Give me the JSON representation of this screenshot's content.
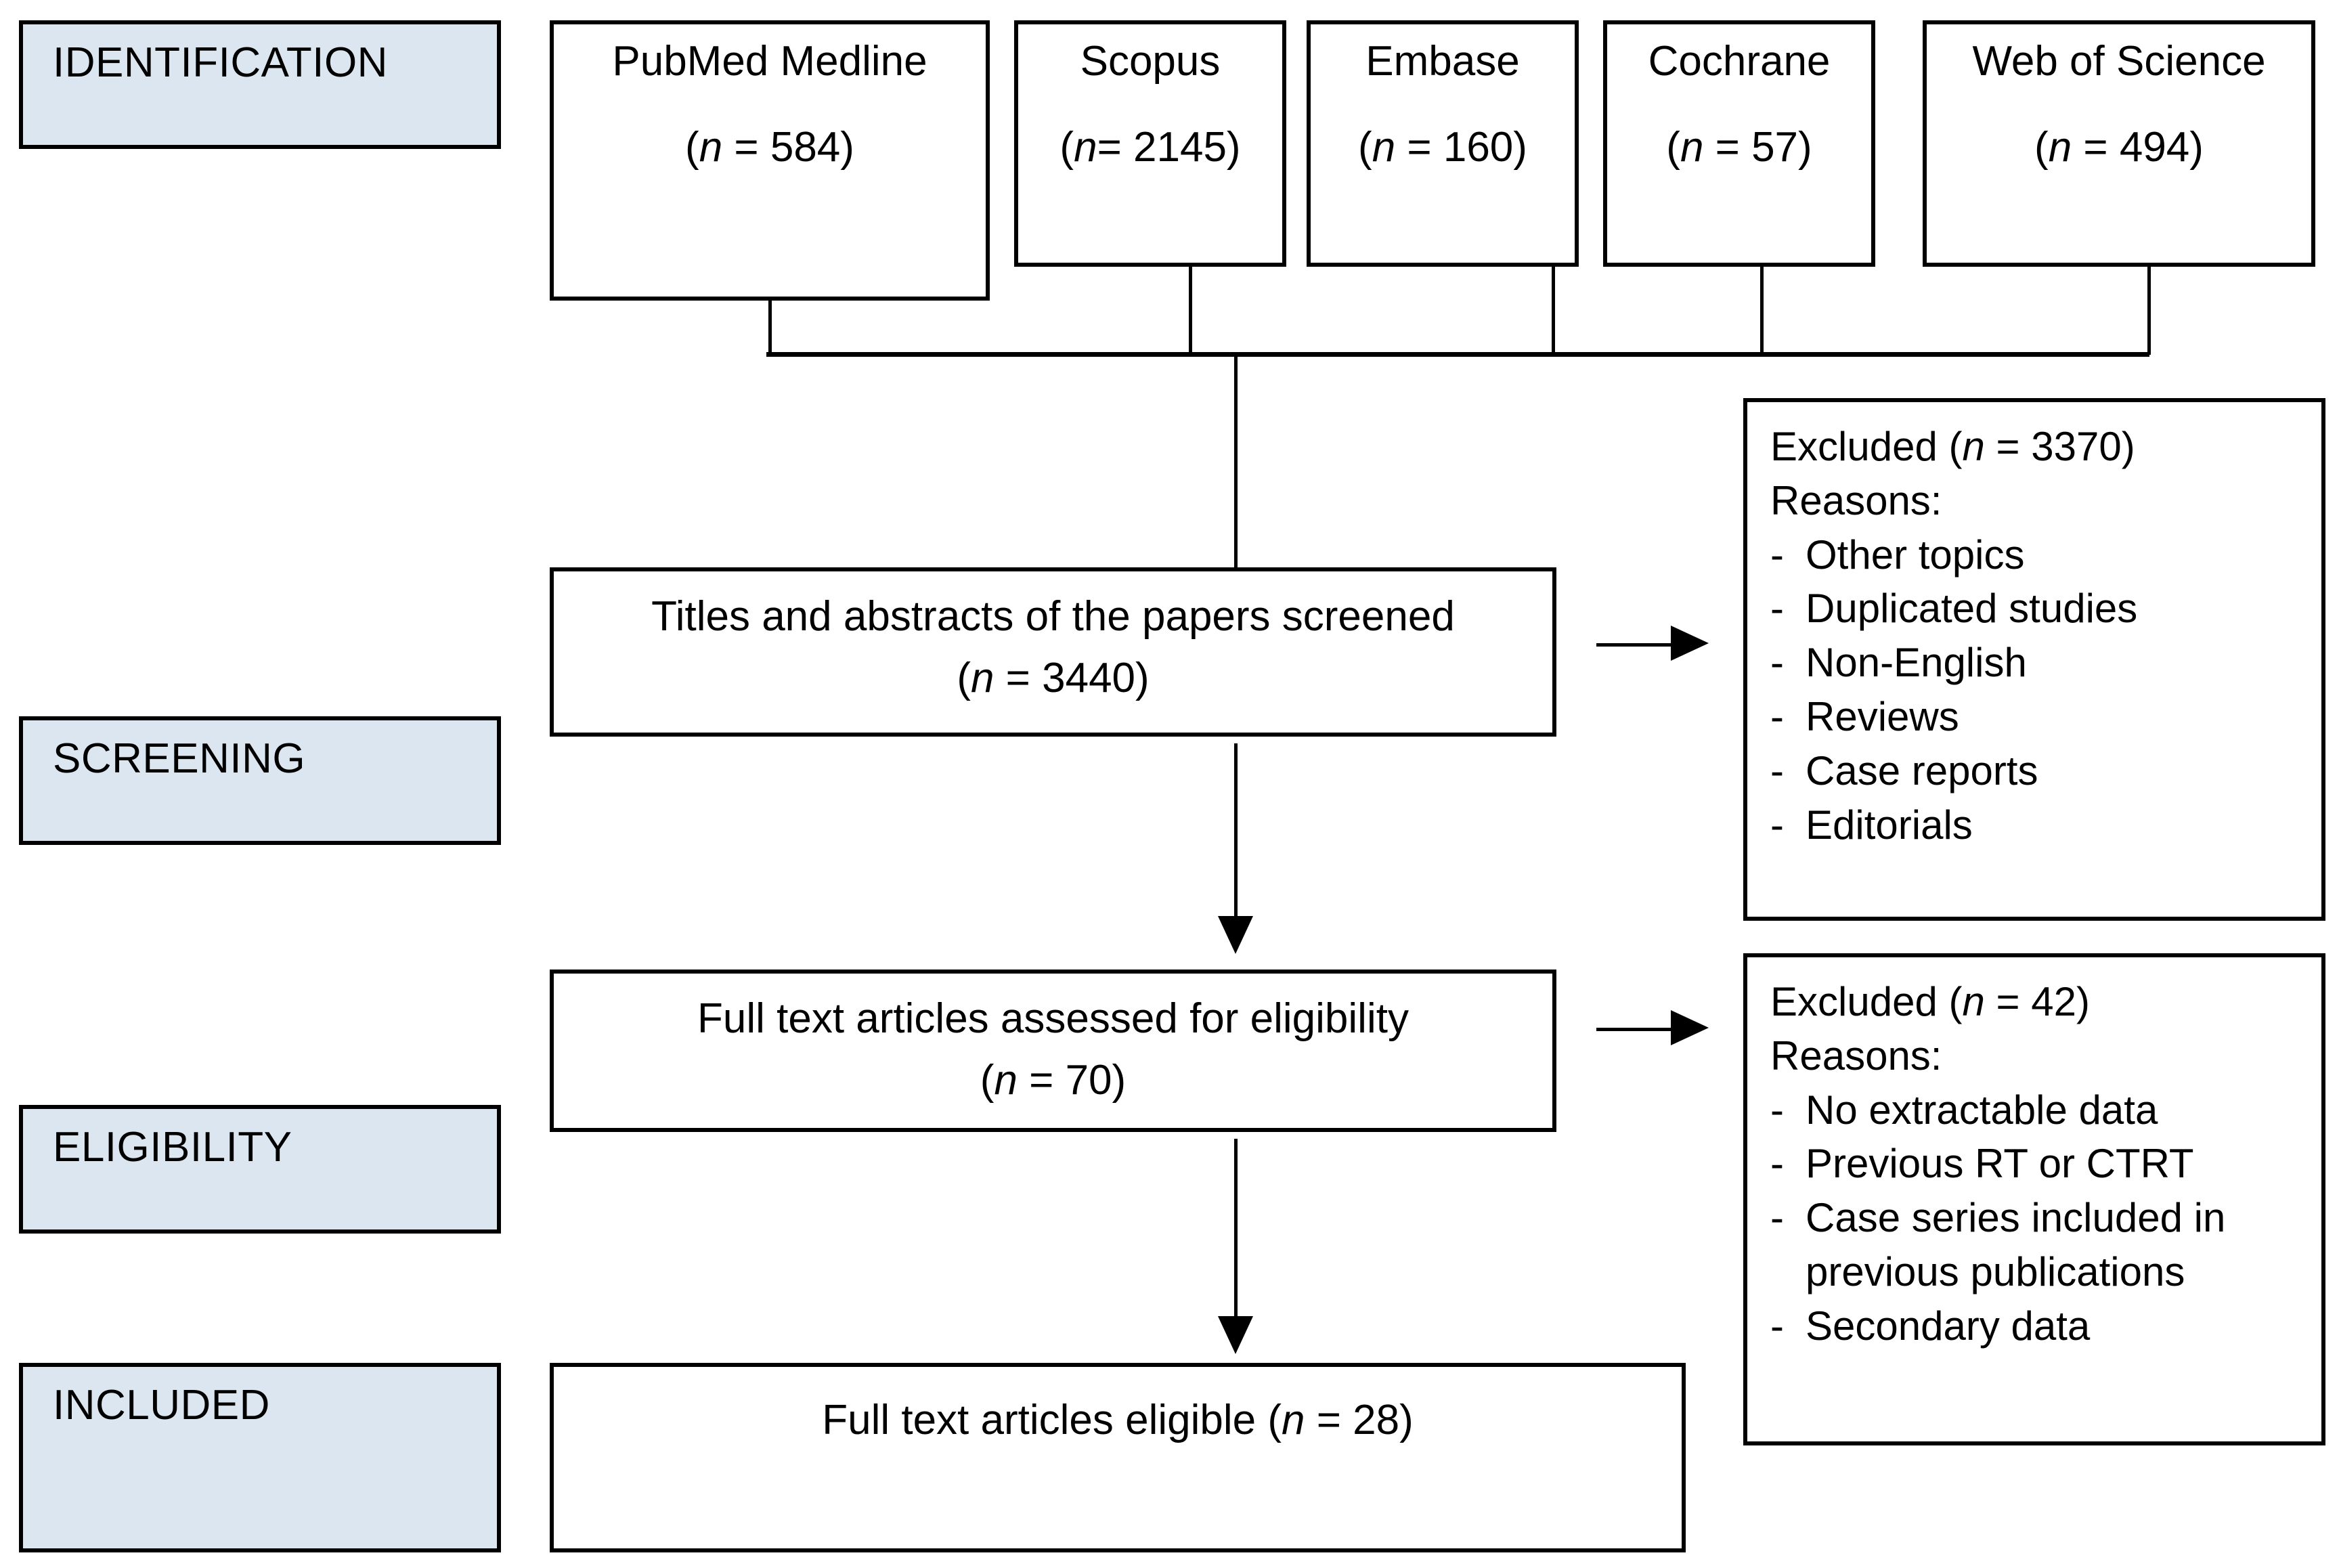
{
  "diagram": {
    "title": "PRISMA study selection flow diagram",
    "accent_color": "#dce6f1",
    "line_color": "#000000"
  },
  "stages": [
    {
      "key": "identification",
      "label": "IDENTIFICATION"
    },
    {
      "key": "screening",
      "label": "SCREENING"
    },
    {
      "key": "eligibility",
      "label": "ELIGIBILITY"
    },
    {
      "key": "included",
      "label": "INCLUDED"
    }
  ],
  "sources": [
    {
      "name": "PubMed Medline",
      "count_label": "(n = 584)",
      "n": 584
    },
    {
      "name": "Scopus",
      "count_label": "(n= 2145)",
      "n": 2145
    },
    {
      "name": "Embase",
      "count_label": "(n = 160)",
      "n": 160
    },
    {
      "name": "Cochrane",
      "count_label": "(n = 57)",
      "n": 57
    },
    {
      "name": "Web of Science",
      "count_label": "(n = 494)",
      "n": 494
    }
  ],
  "flow": {
    "screening": {
      "line1": "Titles and abstracts of the papers screened",
      "line2": "(n = 3440)",
      "n": 3440
    },
    "eligibility": {
      "line1": "Full text articles assessed for eligibility",
      "line2": "(n = 70)",
      "n": 70
    },
    "included": {
      "line1": "Full text articles eligible (n = 28)",
      "n": 28
    }
  },
  "excluded_screening": {
    "heading": "Excluded (n = 3370)",
    "n": 3370,
    "reasons_label": "Reasons:",
    "dash": "-",
    "reasons": [
      "Other topics",
      "Duplicated studies",
      "Non-English",
      "Reviews",
      "Case reports",
      "Editorials"
    ]
  },
  "excluded_eligibility": {
    "heading": "Excluded (n = 42)",
    "n": 42,
    "reasons_label": "Reasons:",
    "dash": "-",
    "reasons": [
      "No extractable data",
      "Previous RT or CTRT",
      "Case series included in",
      "Secondary data"
    ],
    "reason_continuation": "previous publications"
  }
}
